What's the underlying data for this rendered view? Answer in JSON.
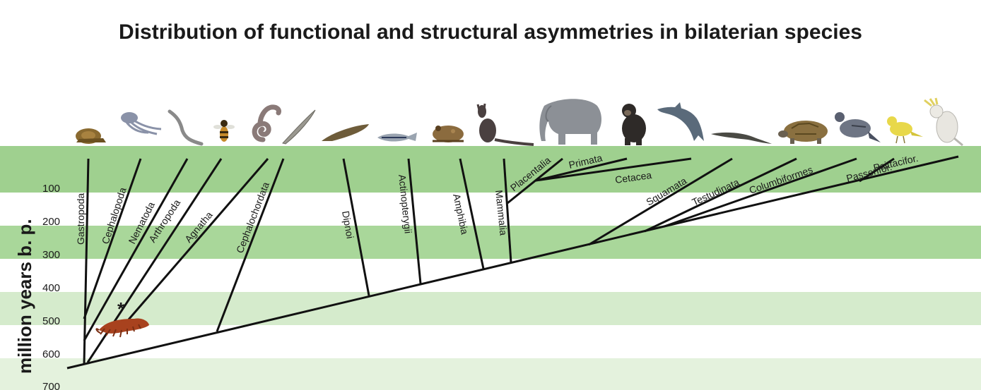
{
  "title": "Distribution of functional and structural asymmetries in bilaterian species",
  "y_axis": {
    "label": "million years b. p.",
    "ticks": [
      "100",
      "200",
      "300",
      "400",
      "500",
      "600",
      "700"
    ]
  },
  "colors": {
    "band_dark": "#9fd08f",
    "band_light": "#e6f3e0",
    "branch": "#111111"
  },
  "taxa": [
    {
      "name": "Gastropoda"
    },
    {
      "name": "Cephalopoda"
    },
    {
      "name": "Nematoda"
    },
    {
      "name": "Arthropoda"
    },
    {
      "name": "Agnatha"
    },
    {
      "name": "Cephalochordata"
    },
    {
      "name": "Dipnoi"
    },
    {
      "name": "Actinopterygii"
    },
    {
      "name": "Amphibia"
    },
    {
      "name": "Mammalia"
    },
    {
      "name": "Placentalia"
    },
    {
      "name": "Primata"
    },
    {
      "name": "Cetacea"
    },
    {
      "name": "Squamata"
    },
    {
      "name": "Testudinata"
    },
    {
      "name": "Columbiformes"
    },
    {
      "name": "Passerifor."
    },
    {
      "name": "Psittacifor."
    }
  ],
  "fossil_marker": "*",
  "animal_icons": [
    "snail-icon",
    "squid-icon",
    "worm-icon",
    "bee-icon",
    "lamprey-icon",
    "lancelet-icon",
    "lungfish-icon",
    "zebrafish-icon",
    "toad-icon",
    "wallaby-icon",
    "elephant-icon",
    "chimpanzee-icon",
    "dolphin-icon",
    "lizard-icon",
    "tortoise-icon",
    "pigeon-icon",
    "canary-icon",
    "cockatoo-icon",
    "fossil-arthropod-icon"
  ]
}
